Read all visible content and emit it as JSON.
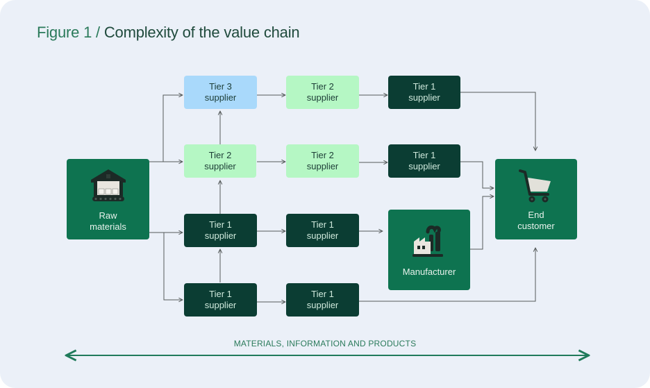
{
  "figure": {
    "prefix": "Figure 1 /",
    "title": "Complexity of the value chain"
  },
  "nodes": {
    "raw_materials": {
      "line1": "Raw",
      "line2": "materials",
      "icon": "warehouse-icon"
    },
    "tier3_top": {
      "line1": "Tier 3",
      "line2": "supplier"
    },
    "tier2_top": {
      "line1": "Tier 2",
      "line2": "supplier"
    },
    "tier1_top": {
      "line1": "Tier 1",
      "line2": "supplier"
    },
    "tier2_mid_a": {
      "line1": "Tier 2",
      "line2": "supplier"
    },
    "tier2_mid_b": {
      "line1": "Tier 2",
      "line2": "supplier"
    },
    "tier1_mid": {
      "line1": "Tier 1",
      "line2": "supplier"
    },
    "tier1_low_a": {
      "line1": "Tier 1",
      "line2": "supplier"
    },
    "tier1_low_b": {
      "line1": "Tier 1",
      "line2": "supplier"
    },
    "tier1_bot_a": {
      "line1": "Tier 1",
      "line2": "supplier"
    },
    "tier1_bot_b": {
      "line1": "Tier 1",
      "line2": "supplier"
    },
    "manufacturer": {
      "line1": "Manufacturer",
      "icon": "factory-icon"
    },
    "end_customer": {
      "line1": "End",
      "line2": "customer",
      "icon": "shopping-cart-icon"
    }
  },
  "flow_axis": {
    "label": "MATERIALS, INFORMATION AND PRODUCTS",
    "direction": "bidirectional"
  },
  "colors": {
    "background": "#ebf0f8",
    "tier3": "#a9d9fb",
    "tier2": "#b5f7c4",
    "tier1": "#0b3d33",
    "endpoints": "#0e7350",
    "accent_text": "#2a7a5a",
    "title_text": "#1f4a3c",
    "connector": "#555a5a"
  }
}
